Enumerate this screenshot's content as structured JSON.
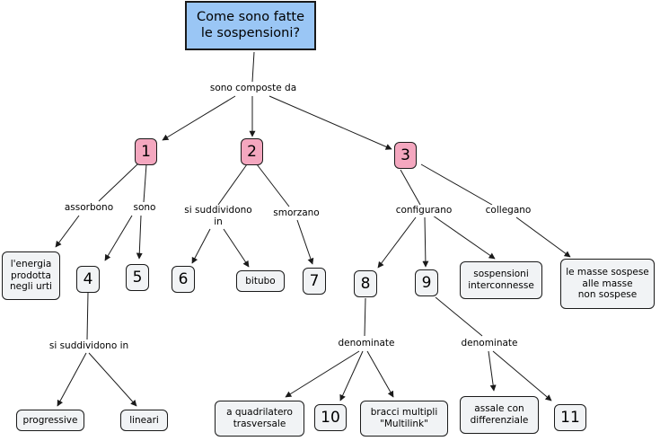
{
  "root": "Come sono fatte\nle sospensioni?",
  "links": {
    "sono_composte_da": "sono composte da",
    "assorbono": "assorbono",
    "sono": "sono",
    "si_suddividono_in_2": "si suddividono\nin",
    "smorzano": "smorzano",
    "configurano": "configurano",
    "collegano": "collegano",
    "si_suddividono_in_4": "si suddividono in",
    "denominate_8": "denominate",
    "denominate_9": "denominate"
  },
  "nodes": {
    "n1": "1",
    "n2": "2",
    "n3": "3",
    "n4": "4",
    "n5": "5",
    "n6": "6",
    "n7": "7",
    "n8": "8",
    "n9": "9",
    "n10": "10",
    "n11": "11",
    "energia": "l'energia\nprodotta\nnegli urti",
    "bitubo": "bitubo",
    "interconnesse": "sospensioni\ninterconnesse",
    "masse": "le masse sospese\nalle masse\nnon sospese",
    "progressive": "progressive",
    "lineari": "lineari",
    "quadrilatero": "a quadrilatero\ntrasversale",
    "multilink": "bracci multipli\n\"Multilink\"",
    "assale": "assale con\ndifferenziale"
  },
  "colors": {
    "root_fill": "#9ac6f5",
    "numbered_top_fill": "#f4a7bf",
    "node_fill": "#f1f3f5",
    "stroke": "#1a1a1a"
  }
}
